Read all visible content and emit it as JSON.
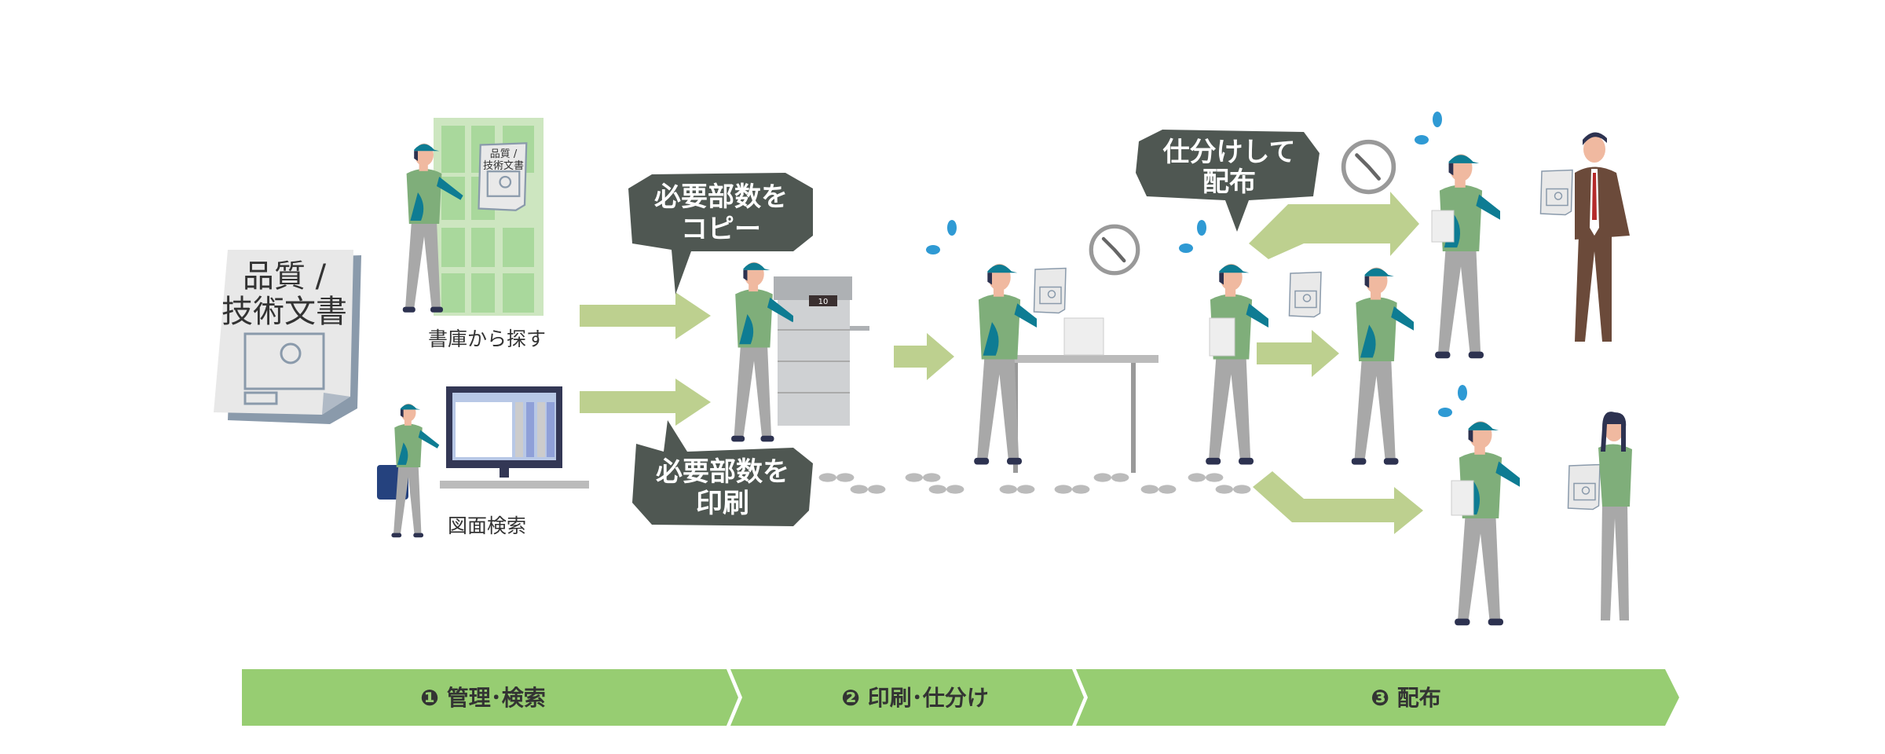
{
  "document": {
    "line1": "品質 /",
    "line2": "技術文書"
  },
  "captions": {
    "shelf": "書庫から探す",
    "search": "図面検索"
  },
  "bubbles": {
    "copy": {
      "line1": "必要部数を",
      "line2": "コピー"
    },
    "print": {
      "line1": "必要部数を",
      "line2": "印刷"
    },
    "sort": {
      "line1": "仕分けして",
      "line2": "配布"
    }
  },
  "copier_display": "10",
  "steps": [
    {
      "label": "❶ 管理･検索"
    },
    {
      "label": "❷ 印刷･仕分け"
    },
    {
      "label": "❸ 配布"
    }
  ],
  "colors": {
    "step_bar": "#97cd72",
    "arrow": "#bdd08f",
    "bubble": "#4f5752",
    "cap": "#0e7c93",
    "shirt": "#7fae7a"
  }
}
